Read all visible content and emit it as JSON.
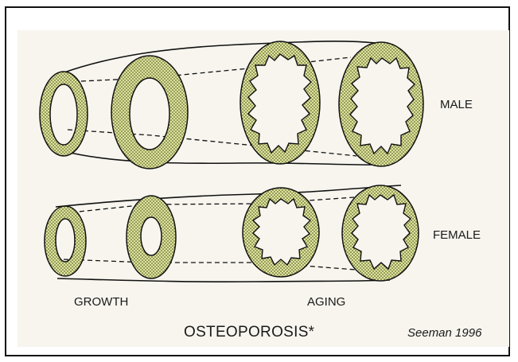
{
  "labels": {
    "male": "MALE",
    "female": "FEMALE",
    "growth": "GROWTH",
    "aging": "AGING",
    "title": "OSTEOPOROSIS*",
    "citation": "Seeman 1996"
  },
  "colors": {
    "bone_fill": "#dfe39a",
    "stipple": "#2f3a10",
    "outline": "#111111",
    "panel": "#f7f5ee",
    "frame": "#111111"
  }
}
